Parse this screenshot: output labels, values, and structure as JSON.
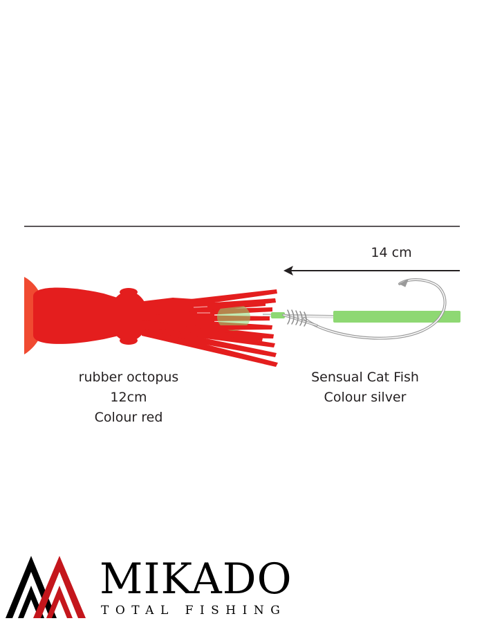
{
  "diagram": {
    "measurement": "14 cm",
    "left_part": {
      "lines": [
        "rubber octopus",
        "12cm",
        "Colour red"
      ]
    },
    "right_part": {
      "lines": [
        "Sensual Cat Fish",
        "Colour silver"
      ]
    }
  },
  "brand": {
    "name": "MIKADO",
    "tagline": "TOTAL FISHING"
  },
  "colors": {
    "octopus_red": "#e41e1e",
    "tube_green": "#8ed873",
    "hook_grey": "#a8a8a8",
    "line_black": "#231f20",
    "logo_red": "#c4161c",
    "logo_black": "#000000"
  }
}
